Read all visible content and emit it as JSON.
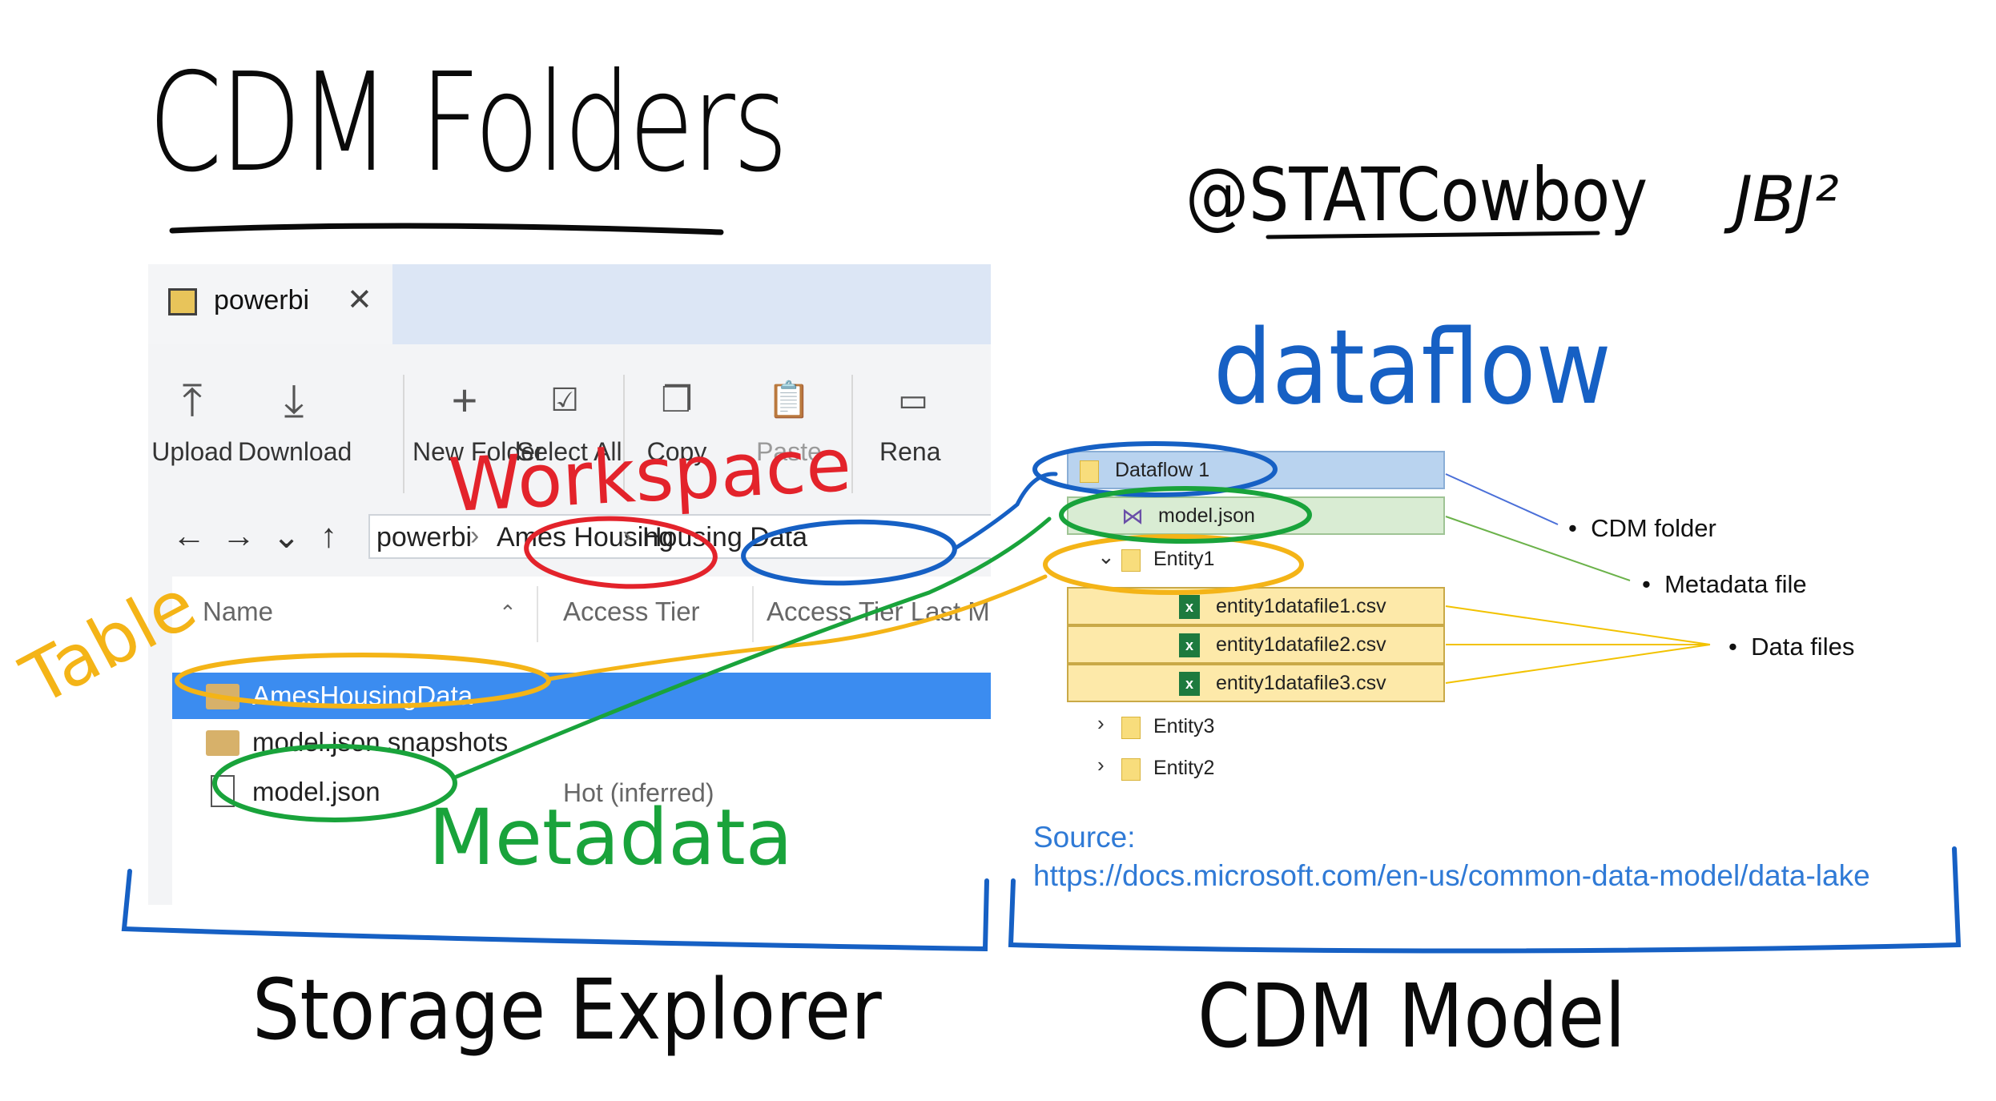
{
  "title": "CDM Folders",
  "handle": "@STATCowboy",
  "signature": "JBJ²",
  "annotations": {
    "dataflow": "dataflow",
    "workspace": "Workspace",
    "table": "Table",
    "metadata": "Metadata",
    "storage_explorer": "Storage Explorer",
    "cdm_model": "CDM Model"
  },
  "explorer": {
    "tab_label": "powerbi",
    "toolbar": [
      {
        "label": "Upload",
        "icon": "upload-icon",
        "enabled": true
      },
      {
        "label": "Download",
        "icon": "download-icon",
        "enabled": true
      },
      {
        "label": "New Folder",
        "icon": "new-folder-icon",
        "enabled": true
      },
      {
        "label": "Select All",
        "icon": "select-all-icon",
        "enabled": true
      },
      {
        "label": "Copy",
        "icon": "copy-icon",
        "enabled": true
      },
      {
        "label": "Paste",
        "icon": "paste-icon",
        "enabled": false
      },
      {
        "label": "Rena",
        "icon": "rename-icon",
        "enabled": true
      }
    ],
    "breadcrumb": [
      "powerbi",
      "Ames Housing",
      "Housing Data"
    ],
    "columns": [
      "Name",
      "Access Tier",
      "Access Tier Last Mo"
    ],
    "rows": [
      {
        "name": "AmesHousingData",
        "type": "folder",
        "tier": "",
        "selected": true
      },
      {
        "name": "model.json.snapshots",
        "type": "folder",
        "tier": "",
        "selected": false
      },
      {
        "name": "model.json",
        "type": "file",
        "tier": "Hot (inferred)",
        "selected": false
      }
    ]
  },
  "cdm": {
    "tree": {
      "dataflow": "Dataflow 1",
      "model": "model.json",
      "entity1": "Entity1",
      "files": [
        "entity1datafile1.csv",
        "entity1datafile2.csv",
        "entity1datafile3.csv"
      ],
      "entity3": "Entity3",
      "entity2": "Entity2"
    },
    "legend": {
      "cdm_folder": "CDM folder",
      "metadata_file": "Metadata file",
      "data_files": "Data files"
    },
    "source_label": "Source:",
    "source_url": "https://docs.microsoft.com/en-us/common-data-model/data-lake"
  },
  "colors": {
    "red": "#e3232b",
    "blue": "#1660c4",
    "green": "#19a33b",
    "yellow": "#f4b417",
    "selected_row": "#3b8cf0"
  }
}
